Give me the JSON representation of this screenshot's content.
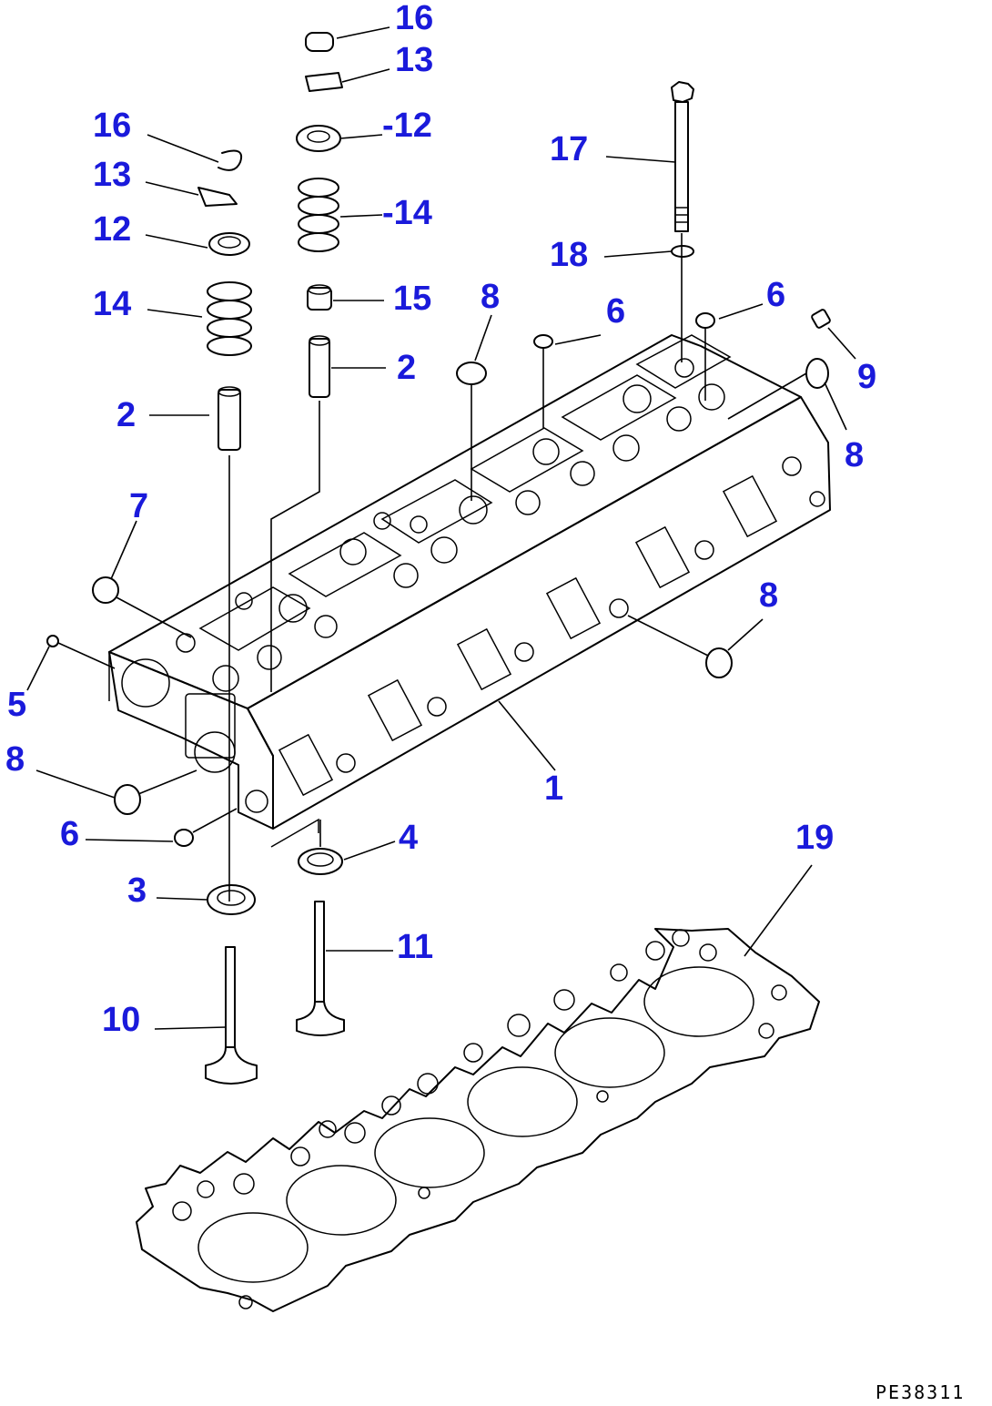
{
  "diagram": {
    "drawing_code": "PE38311",
    "callouts": [
      {
        "id": "c16a",
        "label": "16"
      },
      {
        "id": "c13a",
        "label": "13"
      },
      {
        "id": "c12a",
        "label": "-12"
      },
      {
        "id": "c14a",
        "label": "-14"
      },
      {
        "id": "c15",
        "label": "15"
      },
      {
        "id": "c2a",
        "label": "2"
      },
      {
        "id": "c16b",
        "label": "16"
      },
      {
        "id": "c13b",
        "label": "13"
      },
      {
        "id": "c12b",
        "label": "12"
      },
      {
        "id": "c14b",
        "label": "14"
      },
      {
        "id": "c2b",
        "label": "2"
      },
      {
        "id": "c17",
        "label": "17"
      },
      {
        "id": "c18",
        "label": "18"
      },
      {
        "id": "c8a",
        "label": "8"
      },
      {
        "id": "c6a",
        "label": "6"
      },
      {
        "id": "c6b",
        "label": "6"
      },
      {
        "id": "c9",
        "label": "9"
      },
      {
        "id": "c8b",
        "label": "8"
      },
      {
        "id": "c7",
        "label": "7"
      },
      {
        "id": "c8c",
        "label": "8"
      },
      {
        "id": "c5",
        "label": "5"
      },
      {
        "id": "c8d",
        "label": "8"
      },
      {
        "id": "c1",
        "label": "1"
      },
      {
        "id": "c6c",
        "label": "6"
      },
      {
        "id": "c4",
        "label": "4"
      },
      {
        "id": "c3",
        "label": "3"
      },
      {
        "id": "c19",
        "label": "19"
      },
      {
        "id": "c11",
        "label": "11"
      },
      {
        "id": "c10",
        "label": "10"
      }
    ]
  }
}
